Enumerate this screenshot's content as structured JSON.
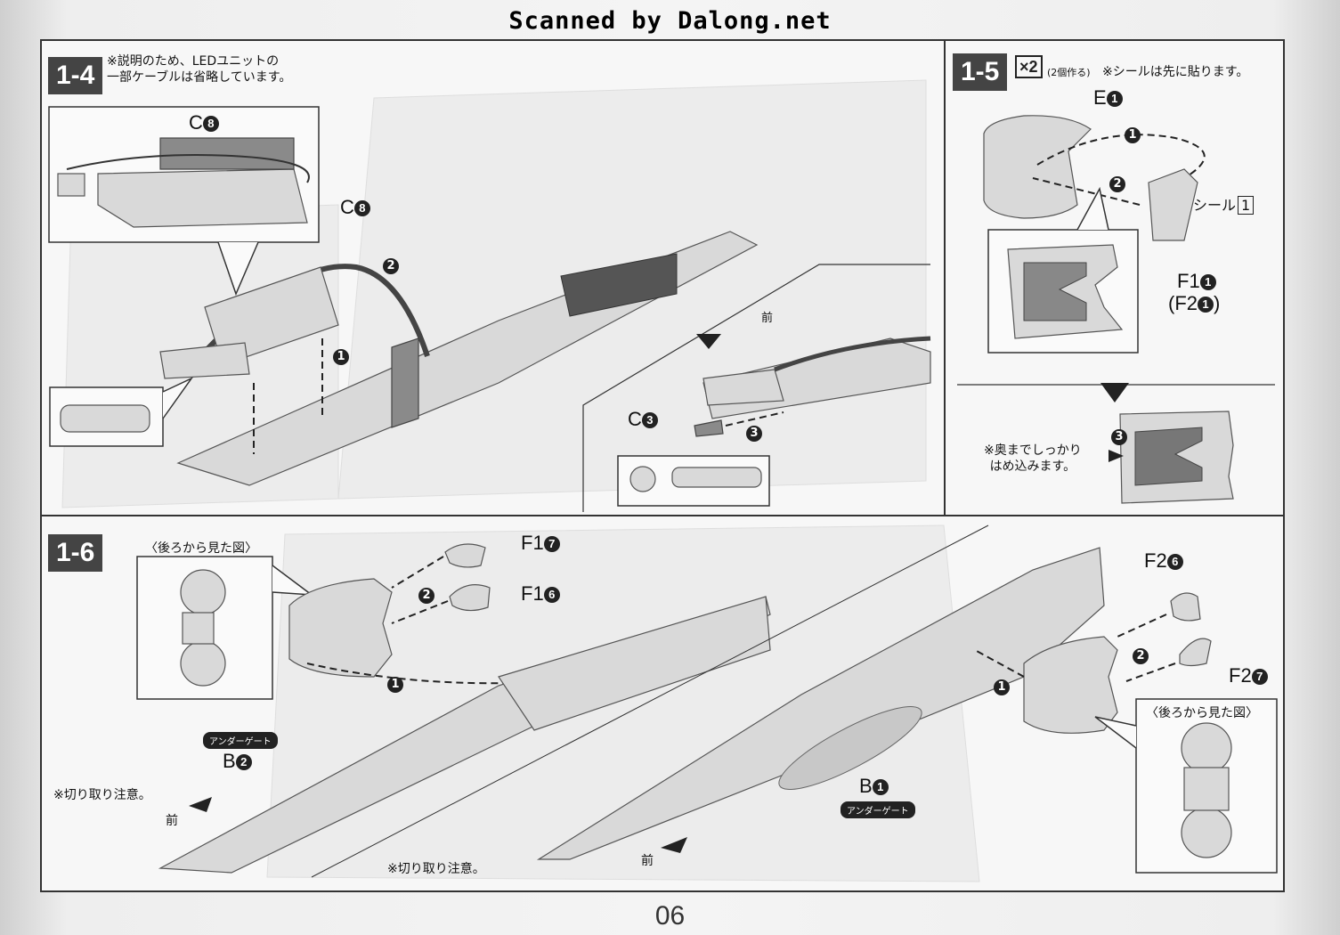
{
  "header": {
    "credit": "Scanned by Dalong.net"
  },
  "page": {
    "number": "06"
  },
  "step_1_4": {
    "step": "1-4",
    "note_line1": "※説明のため、LEDユニットの",
    "note_line2": "一部ケーブルは省略しています。",
    "parts": [
      "C",
      "C",
      "C"
    ],
    "part_nums": [
      "8",
      "8",
      "3"
    ],
    "front": "前",
    "steps": [
      "1",
      "2",
      "3"
    ]
  },
  "step_1_5": {
    "step": "1-5",
    "times": "×2",
    "count_note": "(2個作る)",
    "sticker_note": "※シールは先に貼ります。",
    "part_e": "E",
    "part_e_num": "1",
    "sticker": "シール",
    "sticker_num": "1",
    "part_f1": "F1",
    "part_f1_num": "1",
    "part_f2": "(F2",
    "part_f2_num": "1",
    "part_f2_close": ")",
    "press_line1": "※奥までしっかり",
    "press_line2": "はめ込みます。",
    "steps": [
      "1",
      "2",
      "3"
    ]
  },
  "step_1_6": {
    "step": "1-6",
    "rear_view": "〈後ろから見た図〉",
    "rear_view2": "〈後ろから見た図〉",
    "f1a": "F1",
    "f1a_num": "7",
    "f1b": "F1",
    "f1b_num": "6",
    "f2a": "F2",
    "f2a_num": "6",
    "f2b": "F2",
    "f2b_num": "7",
    "b2": "B",
    "b2_num": "2",
    "b1": "B",
    "b1_num": "1",
    "undergate": "アンダーゲート",
    "undergate2": "アンダーゲート",
    "cut_note": "※切り取り注意。",
    "cut_note2": "※切り取り注意。",
    "front": "前",
    "front2": "前",
    "steps": [
      "1",
      "2",
      "1",
      "2"
    ]
  }
}
